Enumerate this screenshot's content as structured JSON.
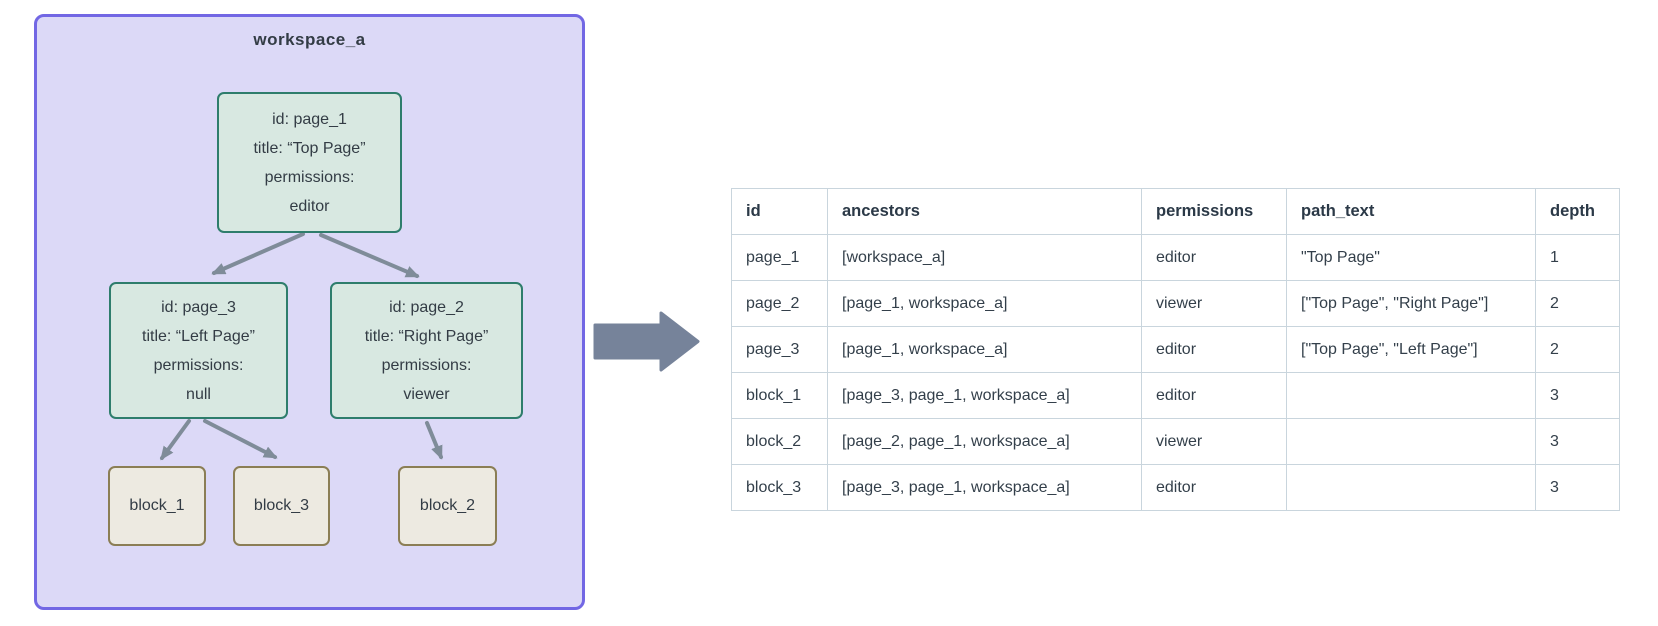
{
  "diagram": {
    "workspace_label": "workspace_a",
    "nodes": {
      "page_1": {
        "lines": [
          "id: page_1",
          "title: “Top Page”",
          "permissions:",
          "editor"
        ]
      },
      "page_3": {
        "lines": [
          "id: page_3",
          "title: “Left Page”",
          "permissions:",
          "null"
        ]
      },
      "page_2": {
        "lines": [
          "id: page_2",
          "title: “Right Page”",
          "permissions:",
          "viewer"
        ]
      },
      "block_1": {
        "label": "block_1"
      },
      "block_3": {
        "label": "block_3"
      },
      "block_2": {
        "label": "block_2"
      }
    },
    "edges": [
      [
        "page_1",
        "page_3"
      ],
      [
        "page_1",
        "page_2"
      ],
      [
        "page_3",
        "block_1"
      ],
      [
        "page_3",
        "block_3"
      ],
      [
        "page_2",
        "block_2"
      ]
    ]
  },
  "flow_arrow_icon": "right-block-arrow",
  "table": {
    "columns": [
      "id",
      "ancestors",
      "permissions",
      "path_text",
      "depth"
    ],
    "rows": [
      [
        "page_1",
        "[workspace_a]",
        "editor",
        "\"Top Page\"",
        "1"
      ],
      [
        "page_2",
        "[page_1, workspace_a]",
        "viewer",
        "[\"Top Page\", \"Right Page\"]",
        "2"
      ],
      [
        "page_3",
        "[page_1, workspace_a]",
        "editor",
        "[\"Top Page\", \"Left Page\"]",
        "2"
      ],
      [
        "block_1",
        "[page_3, page_1, workspace_a]",
        "editor",
        "",
        "3"
      ],
      [
        "block_2",
        "[page_2, page_1, workspace_a]",
        "viewer",
        "",
        "3"
      ],
      [
        "block_3",
        "[page_3, page_1, workspace_a]",
        "editor",
        "",
        "3"
      ]
    ]
  },
  "colors": {
    "workspace_fill": "#dcd9f7",
    "workspace_border": "#7267e4",
    "page_node_fill": "#d8e8e1",
    "page_node_border": "#2e7d6c",
    "block_node_fill": "#edeae1",
    "block_node_border": "#8b7e55",
    "tree_arrow": "#7f8c99",
    "flow_arrow": "#76839a",
    "table_border": "#c9d5dd",
    "text": "#333c45"
  }
}
